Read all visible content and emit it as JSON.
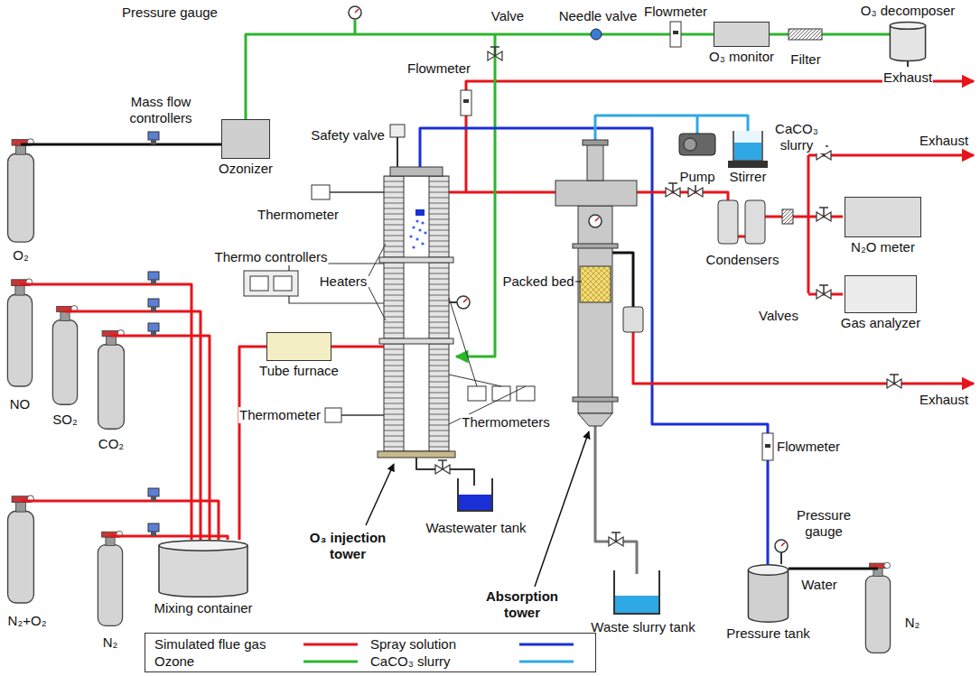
{
  "diagram": {
    "nodes": [
      {
        "text": [
          "Mixing container"
        ]
      },
      {
        "text": [
          "Ozonizer"
        ]
      },
      {
        "text": [
          "Tube furnace"
        ]
      },
      {
        "text": [
          "O₃ monitor"
        ]
      },
      {
        "text": [
          "O₃ decomposer"
        ]
      },
      {
        "text": [
          "N₂O meter"
        ]
      },
      {
        "text": [
          "Gas analyzer"
        ]
      },
      {
        "text": [
          "Pressure tank"
        ]
      }
    ],
    "edges": [
      {
        "from": 0,
        "to": 2,
        "arrow": "none"
      },
      {
        "from": 1,
        "to": 3,
        "arrow": "none"
      },
      {
        "from": 3,
        "to": 4,
        "arrow": "none"
      }
    ],
    "labels": [
      "Pressure gauge",
      "Mass flow controllers",
      "O₂",
      "NO",
      "SO₂",
      "CO₂",
      "N₂+O₂",
      "N₂",
      "Valve",
      "Needle valve",
      "Flowmeter",
      "Filter",
      "Exhaust",
      "Flowmeter",
      "Safety valve",
      "Thermometer",
      "Thermo controllers",
      "Heaters",
      "Thermometers",
      "Thermometer",
      "Wastewater tank",
      "O₃ injection tower",
      "Packed bed",
      "Absorption tower",
      "Waste slurry tank",
      "Pump",
      "Stirrer",
      "CaCO₃ slurry",
      "Condensers",
      "Exhaust",
      "Valves",
      "Exhaust",
      "Flowmeter",
      "Pressure gauge",
      "Water",
      "N₂"
    ],
    "legend": [
      {
        "text": "Simulated flue gas"
      },
      {
        "text": "Spray solution"
      },
      {
        "text": "Ozone"
      },
      {
        "text": "CaCO₃ slurry"
      }
    ]
  }
}
